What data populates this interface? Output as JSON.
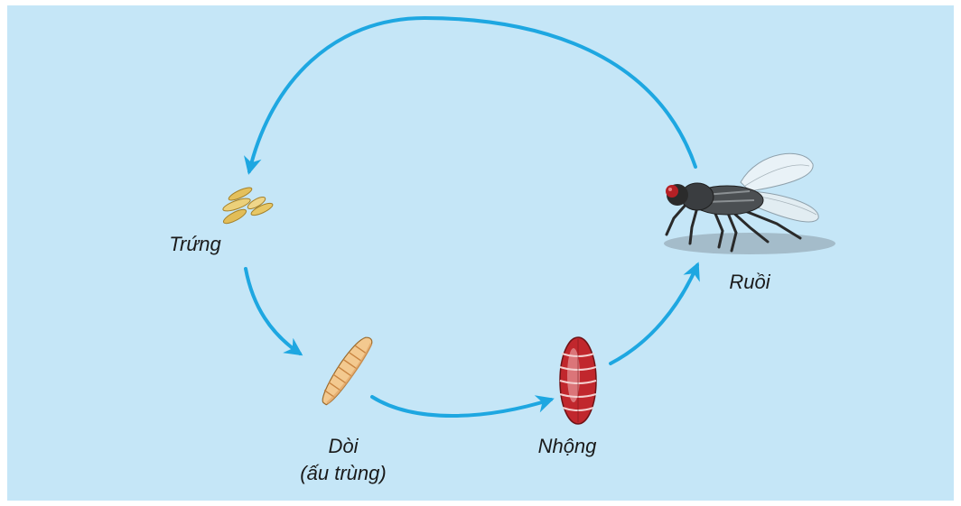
{
  "stages": {
    "egg": {
      "label": "Trứng"
    },
    "larva": {
      "label": "Dòi",
      "sublabel": "(ấu trùng)"
    },
    "pupa": {
      "label": "Nhộng"
    },
    "adult": {
      "label": "Ruồi"
    }
  },
  "colors": {
    "background": "#c5e6f7",
    "arrow": "#1ea7e1"
  },
  "icons": [
    "eggs-icon",
    "larva-icon",
    "pupa-icon",
    "fly-icon"
  ]
}
